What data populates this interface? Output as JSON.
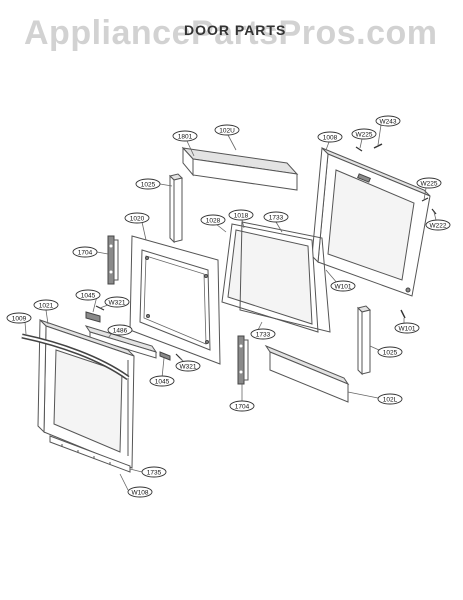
{
  "watermark": "AppliancePartsPros.com",
  "title": "DOOR PARTS",
  "callouts": [
    {
      "id": "c1",
      "text": "W243"
    },
    {
      "id": "c2",
      "text": "1801"
    },
    {
      "id": "c3",
      "text": "102U"
    },
    {
      "id": "c4",
      "text": "1008"
    },
    {
      "id": "c5",
      "text": "W225"
    },
    {
      "id": "c6",
      "text": "1025"
    },
    {
      "id": "c7",
      "text": "W225"
    },
    {
      "id": "c8",
      "text": "W222"
    },
    {
      "id": "c9",
      "text": "1020"
    },
    {
      "id": "c10",
      "text": "1028"
    },
    {
      "id": "c11",
      "text": "1018"
    },
    {
      "id": "c12",
      "text": "1733"
    },
    {
      "id": "c13",
      "text": "1704"
    },
    {
      "id": "c14",
      "text": "W101"
    },
    {
      "id": "c15",
      "text": "1045"
    },
    {
      "id": "c16",
      "text": "W321"
    },
    {
      "id": "c17",
      "text": "1021"
    },
    {
      "id": "c18",
      "text": "1009"
    },
    {
      "id": "c19",
      "text": "1486"
    },
    {
      "id": "c20",
      "text": "W101"
    },
    {
      "id": "c21",
      "text": "1733"
    },
    {
      "id": "c22",
      "text": "W321"
    },
    {
      "id": "c23",
      "text": "1025"
    },
    {
      "id": "c24",
      "text": "1045"
    },
    {
      "id": "c25",
      "text": "102L"
    },
    {
      "id": "c26",
      "text": "1704"
    },
    {
      "id": "c27",
      "text": "1735"
    },
    {
      "id": "c28",
      "text": "W108"
    }
  ]
}
